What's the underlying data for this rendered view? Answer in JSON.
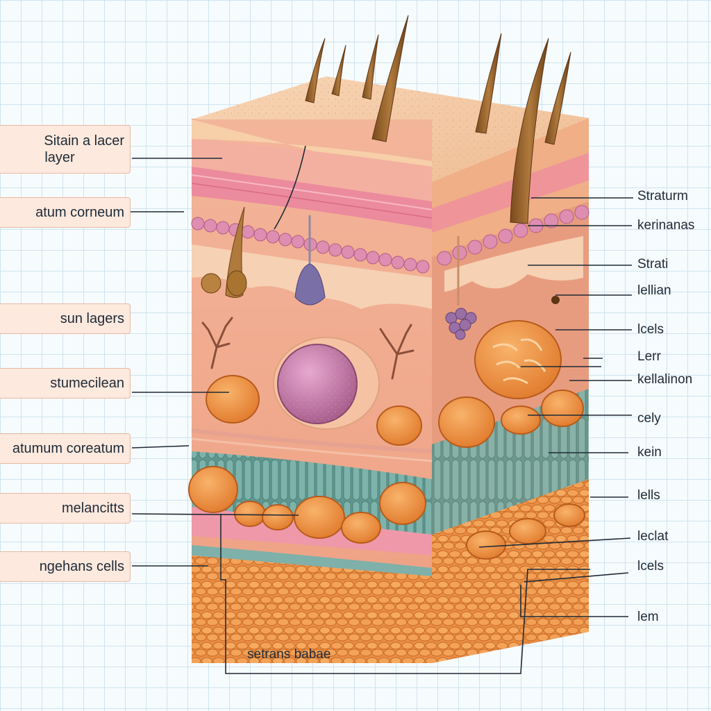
{
  "left_labels": [
    {
      "id": "left-0",
      "line1": "Sitain  a lacer",
      "line2": "layer"
    },
    {
      "id": "left-1",
      "text": "atum corneum"
    },
    {
      "id": "left-2",
      "text": "sun lagers"
    },
    {
      "id": "left-3",
      "text": "stumecilean"
    },
    {
      "id": "left-4",
      "text": "atumum coreatum"
    },
    {
      "id": "left-5",
      "text": "melancitts"
    },
    {
      "id": "left-6",
      "text": "ngehans cells"
    }
  ],
  "right_labels": [
    "Straturm",
    "kerinanas",
    "Strati",
    "lellian",
    "lcels",
    "Lerr",
    "kellalinon",
    "cely",
    "kein",
    "lells",
    "leclat",
    "lcels",
    "lem"
  ],
  "bottom_label": "setrans babae",
  "colors": {
    "grid": "#cfe4ee",
    "label_fill": "#fde9de",
    "stratum_corneum": "#f4c7a1",
    "epidermis_pink": "#ef9aa8",
    "dermis": "#f2a98c",
    "basal_teal": "#6fa6a0",
    "hypodermis_fat": "#f0964a"
  },
  "icons": [
    "hair-strand-icon",
    "follicle-bulb-icon",
    "glandular-cluster-icon",
    "nerve-branch-icon",
    "cell-nucleus-icon"
  ]
}
